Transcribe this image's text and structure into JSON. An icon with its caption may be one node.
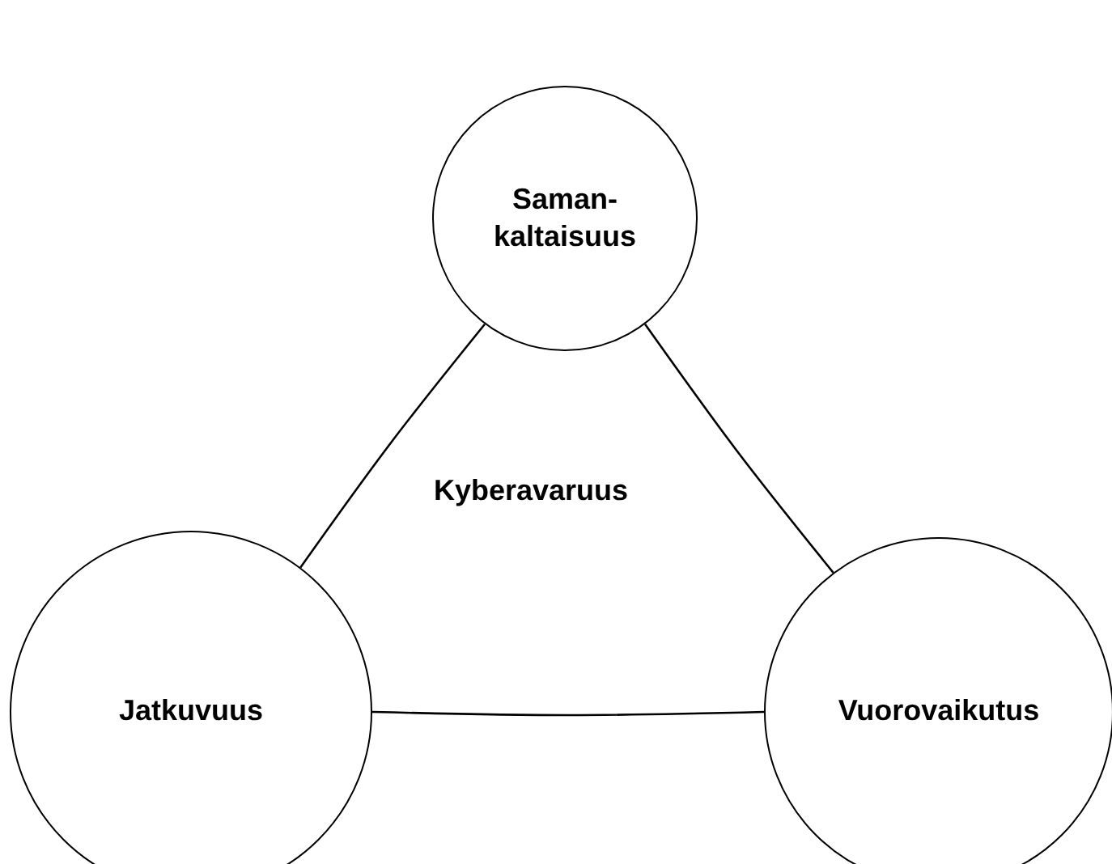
{
  "diagram": {
    "nodes": [
      {
        "text": [
          "Saman- kaltaisuus"
        ]
      },
      {
        "text": [
          "Jatkuvuus"
        ]
      },
      {
        "text": [
          "Vuorovaikutus"
        ]
      }
    ],
    "edges": [
      {
        "from": 0,
        "to": 1,
        "arrow": "none"
      },
      {
        "from": 0,
        "to": 2,
        "arrow": "none"
      },
      {
        "from": 1,
        "to": 2,
        "arrow": "none"
      }
    ],
    "labels": [
      "Kyberavaruus"
    ]
  }
}
